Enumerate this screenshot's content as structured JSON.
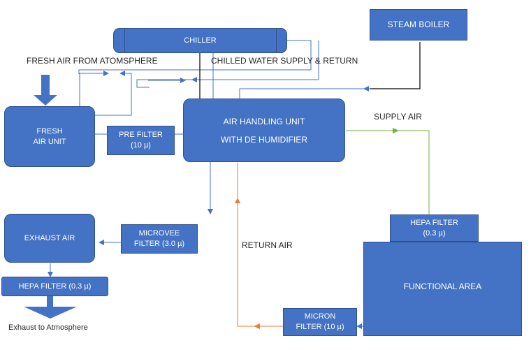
{
  "diagram": {
    "nodes": {
      "chiller": {
        "label": "CHILLER"
      },
      "steam_boiler": {
        "label": "STEAM BOILER"
      },
      "fresh_air_unit": {
        "lines": [
          "FRESH",
          "AIR UNIT"
        ]
      },
      "pre_filter": {
        "lines": [
          "PRE FILTER",
          "(10 µ)"
        ]
      },
      "ahu": {
        "lines": [
          "AIR HANDLING UNIT",
          "WITH DE HUMIDIFIER"
        ]
      },
      "exhaust_air": {
        "label": "EXHAUST AIR"
      },
      "microvee_filter": {
        "lines": [
          "MICROVEE",
          "FILTER (3.0 µ)"
        ]
      },
      "hepa_filter_exhaust": {
        "label": "HEPA FILTER (0.3 µ)"
      },
      "hepa_filter_supply": {
        "lines": [
          "HEPA FILTER",
          "(0.3 µ)"
        ]
      },
      "functional_area": {
        "label": "FUNCTIONAL AREA"
      },
      "micron_filter": {
        "lines": [
          "MICRON",
          "FILTER (10 µ)"
        ]
      }
    },
    "labels": {
      "fresh_air": "FRESH AIR FROM ATOMSPHERE",
      "chilled_water": "CHILLED WATER SUPPLY & RETURN",
      "supply_air": "SUPPLY AIR",
      "return_air": "RETURN AIR",
      "exhaust_atm": "Exhaust to Atmosphere"
    },
    "colors": {
      "box_fill": "#4472C4",
      "box_border": "#2F528F",
      "flow_line": "#4472C4",
      "supply_line": "#70AD47",
      "return_line": "#ED7D31",
      "steam_line": "#000000"
    }
  }
}
